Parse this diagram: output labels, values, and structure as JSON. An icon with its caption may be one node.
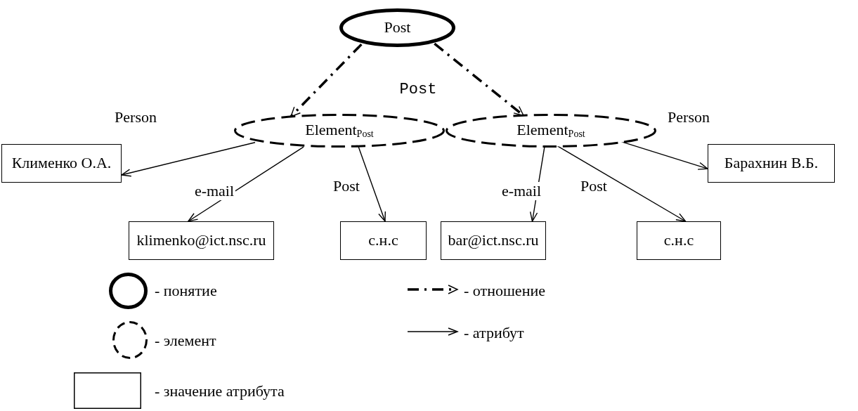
{
  "diagram": {
    "nodes": [
      {
        "text": [
          "Post"
        ]
      },
      {
        "text": [
          "Element$_{Post}$"
        ]
      },
      {
        "text": [
          "Element$_{Post}$"
        ]
      },
      {
        "text": [
          "Клименко О.А."
        ]
      },
      {
        "text": [
          "klimenko@ict.nsc.ru"
        ]
      },
      {
        "text": [
          "с.н.с"
        ]
      },
      {
        "text": [
          "bar@ict.nsc.ru"
        ]
      },
      {
        "text": [
          "с.н.с"
        ]
      },
      {
        "text": [
          "Барахнин В.Б."
        ]
      }
    ],
    "edges": [
      {
        "from": 0,
        "to": 1,
        "arrow": "to",
        "style": "dashed"
      },
      {
        "from": 0,
        "to": 2,
        "arrow": "to",
        "style": "dashed"
      },
      {
        "from": 1,
        "to": 3,
        "arrow": "to",
        "label": "Person"
      },
      {
        "from": 1,
        "to": 4,
        "arrow": "to",
        "label": "e-mail"
      },
      {
        "from": 1,
        "to": 5,
        "arrow": "to",
        "label": "Post"
      },
      {
        "from": 2,
        "to": 6,
        "arrow": "to",
        "label": "e-mail"
      },
      {
        "from": 2,
        "to": 7,
        "arrow": "to",
        "label": "Post"
      },
      {
        "from": 2,
        "to": 8,
        "arrow": "to",
        "label": "Person"
      }
    ],
    "labels": [
      "Post"
    ],
    "legend": [
      {
        "text": "- понятие"
      },
      {
        "text": "- элемент"
      },
      {
        "text": "- значение атрибута"
      },
      {
        "text": "- отношение"
      },
      {
        "text": "- атрибут"
      }
    ]
  }
}
